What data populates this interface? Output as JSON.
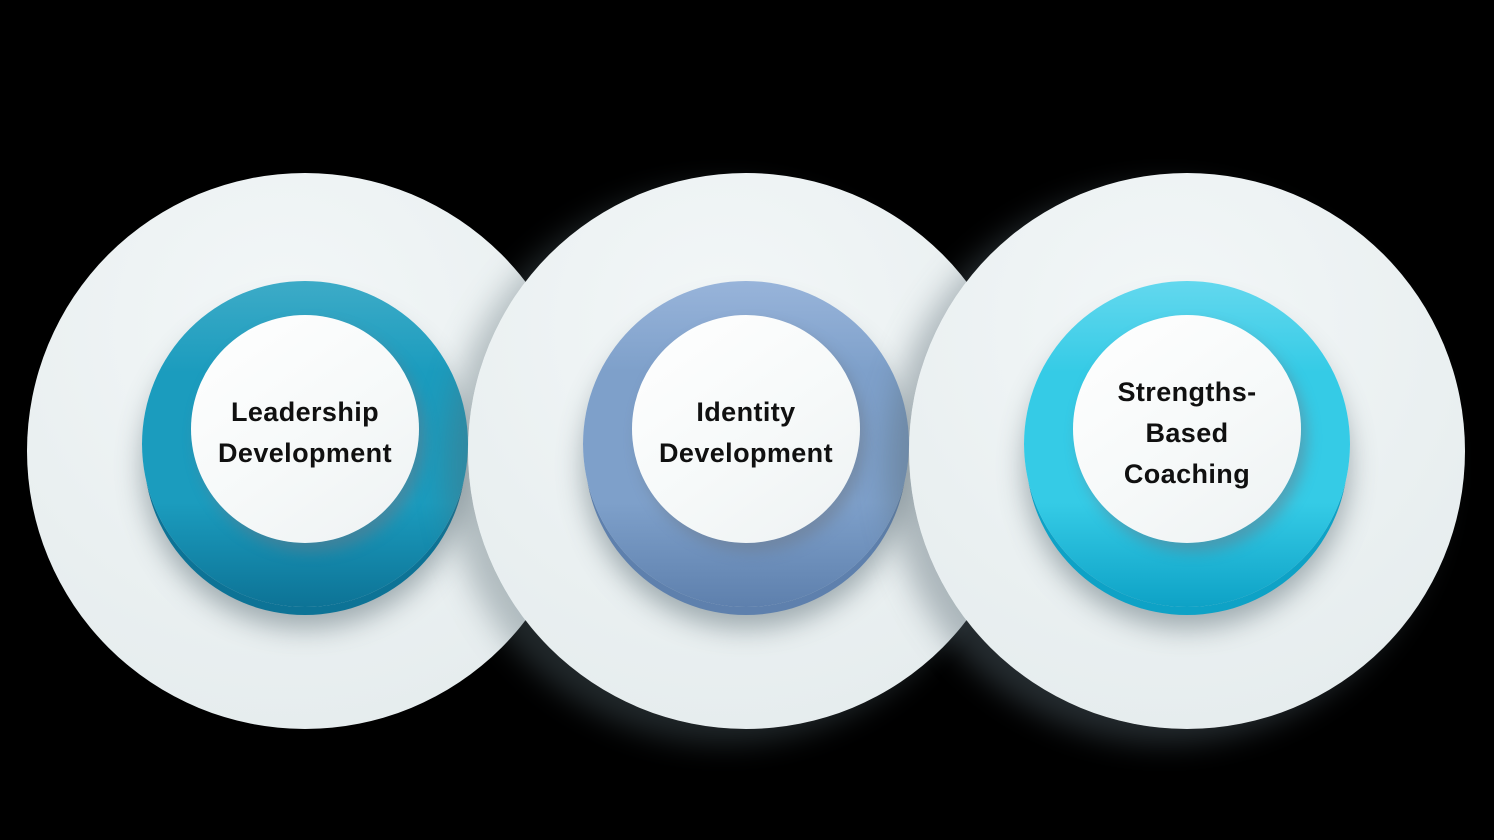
{
  "diagram": {
    "background_color": "#000000",
    "base_circle_color": "#eaf0f1",
    "inner_circle_color": "#ffffff",
    "text_color": "#101010",
    "items": [
      {
        "label": "Leadership Development",
        "lines": [
          "Leadership",
          "Development"
        ],
        "ring_color": "#1b9cbe",
        "ring_color_dark": "#0d7396",
        "ring_color_light": "#3dabc7"
      },
      {
        "label": "Identity Development",
        "lines": [
          "Identity",
          "Development"
        ],
        "ring_color": "#7ea0ca",
        "ring_color_dark": "#5e80ad",
        "ring_color_light": "#98b4da"
      },
      {
        "label": "Strengths-Based Coaching",
        "lines": [
          "Strengths-",
          "Based",
          "Coaching"
        ],
        "ring_color": "#35cbe6",
        "ring_color_dark": "#0ea2c6",
        "ring_color_light": "#63d8ee"
      }
    ]
  }
}
